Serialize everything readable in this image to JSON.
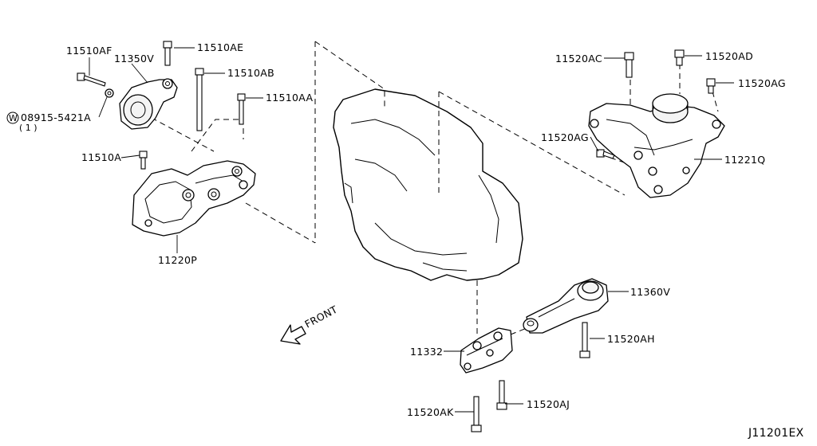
{
  "labels": {
    "p11510AF": "11510AF",
    "p11350V": "11350V",
    "p11510AE": "11510AE",
    "p11510AB": "11510AB",
    "p11510AA": "11510AA",
    "p08915": "08915-5421A",
    "p08915_qty": "( 1 )",
    "washer_symbol": "W",
    "p11510A": "11510A",
    "p11220P": "11220P",
    "p11520AC": "11520AC",
    "p11520AD": "11520AD",
    "p11520AG_top": "11520AG",
    "p11520AG_mid": "11520AG",
    "p11221Q": "11221Q",
    "p11360V": "11360V",
    "p11520AH": "11520AH",
    "p11332": "11332",
    "p11520AK": "11520AK",
    "p11520AJ": "11520AJ",
    "front": "FRONT"
  },
  "diagram_id": "J11201EX"
}
